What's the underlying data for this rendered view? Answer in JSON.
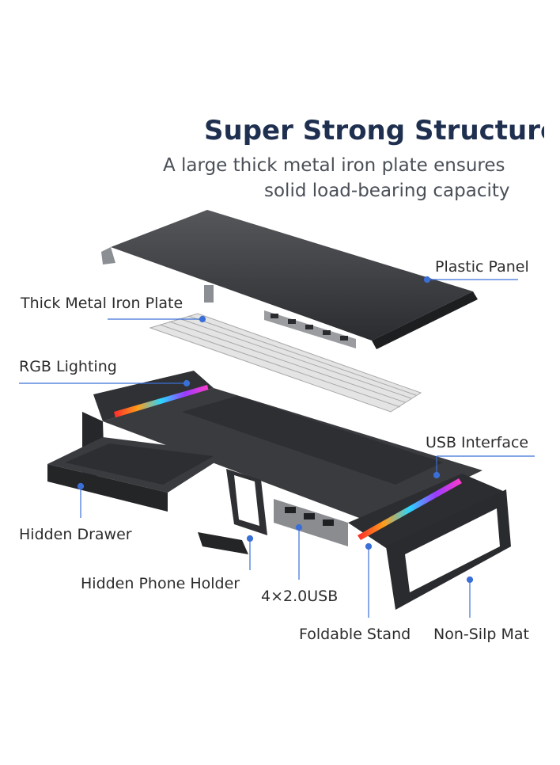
{
  "header": {
    "title": "Super Strong Structure",
    "subtitle_line1": "A large thick metal iron plate ensures",
    "subtitle_line2": "solid load-bearing capacity"
  },
  "labels": {
    "plastic_panel": "Plastic Panel",
    "metal_plate": "Thick Metal Iron Plate",
    "rgb_lighting": "RGB Lighting",
    "usb_interface": "USB Interface",
    "hidden_drawer": "Hidden Drawer",
    "phone_holder": "Hidden Phone Holder",
    "usb_ports": "4×2.0USB",
    "foldable_stand": "Foldable Stand",
    "non_slip_mat": "Non-Silp Mat"
  },
  "colors": {
    "title": "#1f2f4f",
    "leader_line": "#3a6fd8",
    "product_dark": "#2a2b2e",
    "metal": "#d9d9d9"
  }
}
